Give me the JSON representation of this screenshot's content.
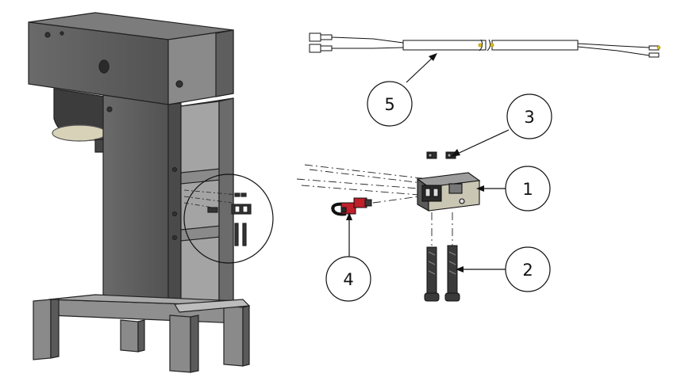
{
  "figure": {
    "callouts": [
      {
        "id": "callout-1",
        "label": "1"
      },
      {
        "id": "callout-2",
        "label": "2"
      },
      {
        "id": "callout-3",
        "label": "3"
      },
      {
        "id": "callout-4",
        "label": "4"
      },
      {
        "id": "callout-5",
        "label": "5"
      }
    ],
    "colors": {
      "body_dark": "#585858",
      "body_mid": "#6e6e6e",
      "body_light": "#8c8c8c",
      "panel_light": "#b9b9b9",
      "part_red": "#c0202a",
      "part_yellow": "#e6c21a",
      "line": "#111111"
    }
  }
}
